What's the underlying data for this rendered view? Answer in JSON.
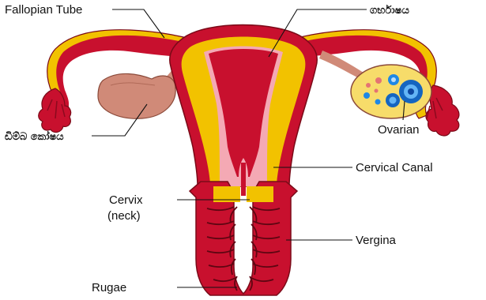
{
  "labels": {
    "fallopian_tube": "Fallopian Tube",
    "uterus_si": "ගර්භාෂය",
    "ovary_si": "ඩිම්බ කෝෂය",
    "ovarian": "Ovarian",
    "cervical_canal": "Cervical Canal",
    "cervix": "Cervix",
    "cervix_sub": "(neck)",
    "vergina": "Vergina",
    "rugae": "Rugae"
  },
  "colors": {
    "outer_red": "#c8102e",
    "dark_red": "#8b0a1e",
    "yellow_wall": "#f2c200",
    "pink_lining": "#f4a9b4",
    "ovary_tan": "#d08a78",
    "ovary_section": "#f7dc6a",
    "follicle_blue": "#1565c0"
  }
}
